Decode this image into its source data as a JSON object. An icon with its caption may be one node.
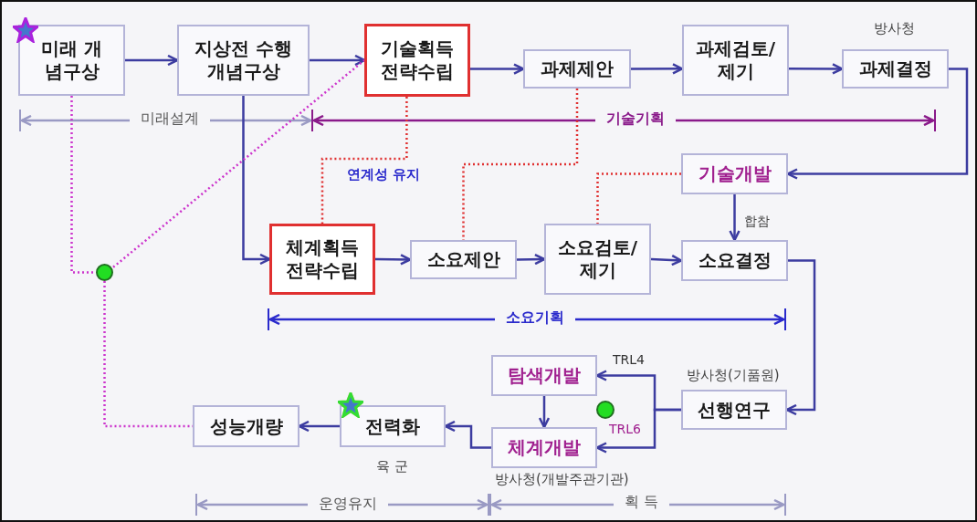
{
  "diagram": {
    "nodes": [
      {
        "text": [
          "미래 개념구상"
        ]
      },
      {
        "text": [
          "지상전 수행 개념구상"
        ]
      },
      {
        "text": [
          "기술획득 전략수립"
        ]
      },
      {
        "text": [
          "과제제안"
        ]
      },
      {
        "text": [
          "과제검토/ 제기"
        ]
      },
      {
        "text": [
          "과제결정"
        ],
        "beside": [
          "방사청"
        ]
      },
      {
        "text": [
          "기술개발"
        ]
      },
      {
        "text": [
          "체계획득 전략수립"
        ]
      },
      {
        "text": [
          "소요제안"
        ]
      },
      {
        "text": [
          "소요검토/ 제기"
        ]
      },
      {
        "text": [
          "소요결정"
        ]
      },
      {
        "text": [],
        "shape": "circle"
      },
      {
        "text": [
          "선행연구"
        ],
        "beside": [
          "방사청(기품원)"
        ]
      },
      {
        "text": [
          "탐색개발"
        ]
      },
      {
        "text": [
          "체계개발"
        ],
        "beside": [
          "방사청(개발주관기관)"
        ]
      },
      {
        "text": [],
        "shape": "circle"
      },
      {
        "text": [
          "성능개량"
        ]
      },
      {
        "text": [
          "전력화"
        ],
        "beside": [
          "육 군"
        ]
      }
    ],
    "edges": [
      {
        "from": 0,
        "to": 1,
        "arrow": "to"
      },
      {
        "from": 1,
        "to": 2,
        "arrow": "to"
      },
      {
        "from": 2,
        "to": 3,
        "arrow": "to"
      },
      {
        "from": 3,
        "to": 4,
        "arrow": "to"
      },
      {
        "from": 4,
        "to": 5,
        "arrow": "to"
      },
      {
        "from": 5,
        "to": 6,
        "arrow": "to"
      },
      {
        "from": 1,
        "to": 7,
        "arrow": "to"
      },
      {
        "from": 7,
        "to": 8,
        "arrow": "to"
      },
      {
        "from": 8,
        "to": 9,
        "arrow": "to"
      },
      {
        "from": 9,
        "to": 10,
        "arrow": "to"
      },
      {
        "from": 6,
        "to": 10,
        "arrow": "to",
        "label": "합참"
      },
      {
        "from": 2,
        "to": 7,
        "arrow": "none",
        "style": "dashed",
        "color": "#e03030"
      },
      {
        "from": 3,
        "to": 8,
        "arrow": "none",
        "style": "dashed",
        "color": "#e03030"
      },
      {
        "from": 6,
        "to": 9,
        "arrow": "none",
        "style": "dashed",
        "color": "#e03030"
      },
      {
        "from": 0,
        "to": 11,
        "arrow": "none",
        "style": "dashed",
        "color": "#cc33cc"
      },
      {
        "from": 11,
        "to": 2,
        "arrow": "none",
        "style": "dashed",
        "color": "#cc33cc"
      },
      {
        "from": 11,
        "to": 16,
        "arrow": "none",
        "style": "dashed",
        "color": "#cc33cc"
      },
      {
        "from": 10,
        "to": 12,
        "arrow": "to"
      },
      {
        "from": 12,
        "to": 13,
        "arrow": "to",
        "label": "TRL4"
      },
      {
        "from": 12,
        "to": 14,
        "arrow": "to",
        "label": "TRL6"
      },
      {
        "from": 13,
        "to": 14,
        "arrow": "to"
      },
      {
        "from": 14,
        "to": 17,
        "arrow": "to"
      },
      {
        "from": 17,
        "to": 16,
        "arrow": "to"
      }
    ],
    "labels": [
      "미래설계",
      "기술기획",
      "연계성 유지",
      "소요기획",
      "운영유지",
      "획 득"
    ]
  }
}
